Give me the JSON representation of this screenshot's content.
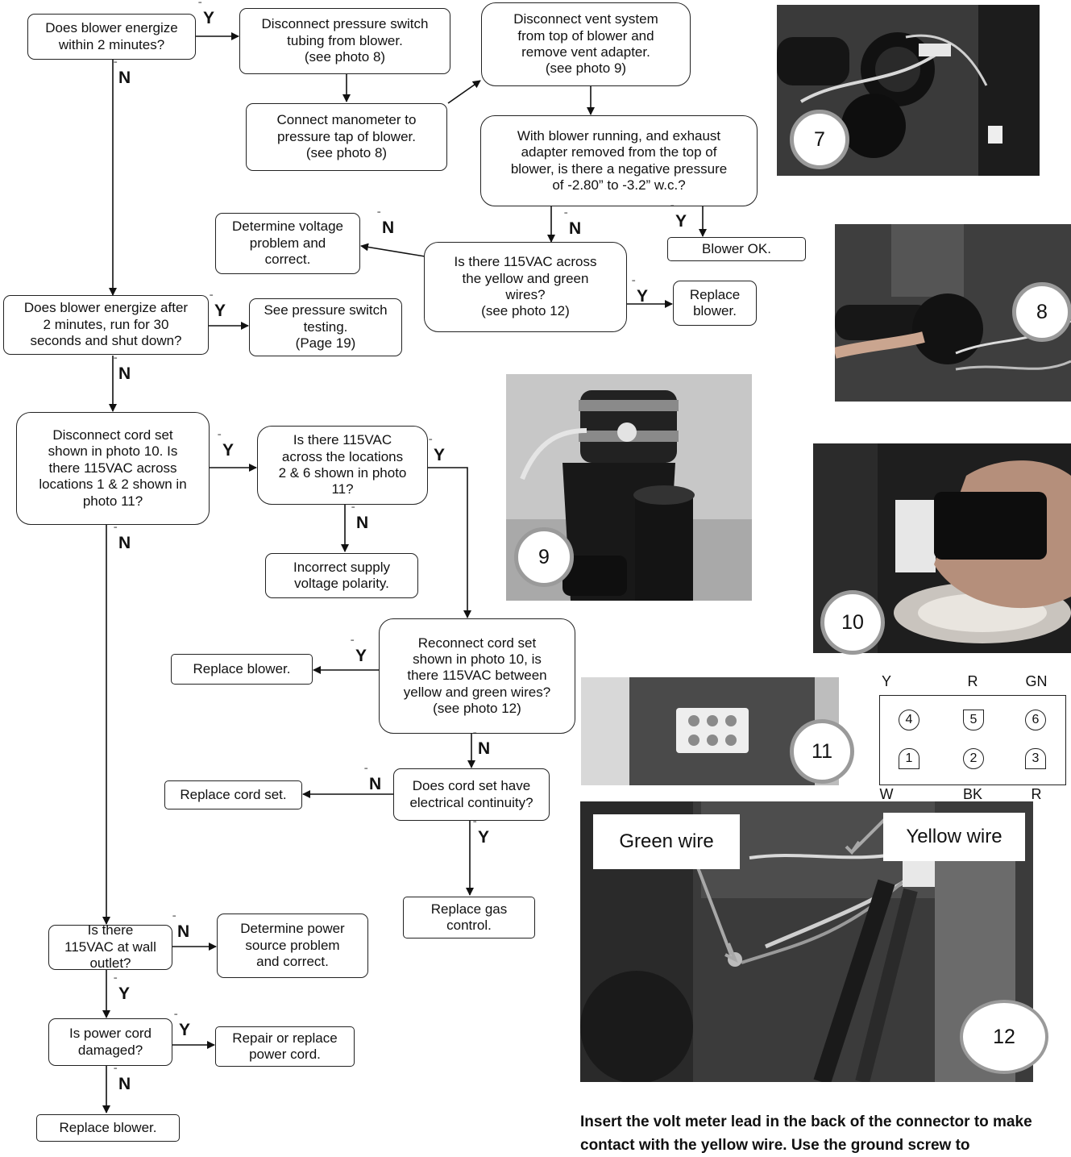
{
  "flowchart": {
    "q_blower_energize_2min": "Does blower energize\nwithin 2 minutes?",
    "disconnect_tubing": "Disconnect pressure switch\ntubing from blower.\n(see photo 8)",
    "connect_manometer": "Connect manometer to\npressure tap of blower.\n(see photo 8)",
    "disconnect_vent": "Disconnect vent system\nfrom top of blower and\nremove vent adapter.\n(see photo 9)",
    "q_negative_pressure": "With blower running, and exhaust\nadapter removed from the top of\nblower, is there a negative pressure\nof -2.80”  to -3.2” w.c.?",
    "blower_ok": "Blower OK.",
    "q_115_yellow_green": "Is there 115VAC across\nthe yellow  and green\nwires?\n(see photo 12)",
    "determine_voltage": "Determine voltage\nproblem and\ncorrect.",
    "replace_blower_1": "Replace\nblower.",
    "q_energize_after_2min": "Does blower energize after\n2 minutes, run for 30\nseconds and shut down?",
    "see_pressure_switch": "See pressure switch\ntesting.\n(Page 19)",
    "q_disconnect_cord": "Disconnect cord set\nshown in photo 10.  Is\nthere 115VAC across\nlocations 1 & 2 shown in\nphoto 11?",
    "q_115_locations_2_6": "Is there 115VAC\nacross the locations\n2 & 6 shown in photo\n11?",
    "incorrect_polarity": "Incorrect supply\nvoltage polarity.",
    "q_reconnect_cord": "Reconnect cord set\nshown in photo 10, is\nthere 115VAC between\nyellow and green wires?\n(see photo 12)",
    "replace_blower_2": "Replace blower.",
    "q_cord_continuity": "Does cord set have\nelectrical continuity?",
    "replace_cord_set": "Replace cord set.",
    "replace_gas_control": "Replace gas\ncontrol.",
    "q_wall_outlet": "Is there\n115VAC at wall\noutlet?",
    "determine_power_source": "Determine power\nsource problem\nand correct.",
    "q_power_cord_damaged": "Is power cord\ndamaged?",
    "repair_power_cord": "Repair or replace\npower cord.",
    "replace_blower_3": "Replace blower.",
    "yes": "Y",
    "no": "N"
  },
  "photos": {
    "p7": "7",
    "p8": "8",
    "p9": "9",
    "p10": "10",
    "p11": "11",
    "p12": "12",
    "green_wire": "Green wire",
    "yellow_wire": "Yellow wire"
  },
  "connector": {
    "top_labels": [
      "Y",
      "R",
      "GN"
    ],
    "bottom_labels": [
      "W",
      "BK",
      "R"
    ],
    "pins": [
      "4",
      "5",
      "6",
      "1",
      "2",
      "3"
    ]
  },
  "footer": "Insert the volt meter lead in the back of the connector to make contact with the yellow wire.  Use the ground screw to"
}
